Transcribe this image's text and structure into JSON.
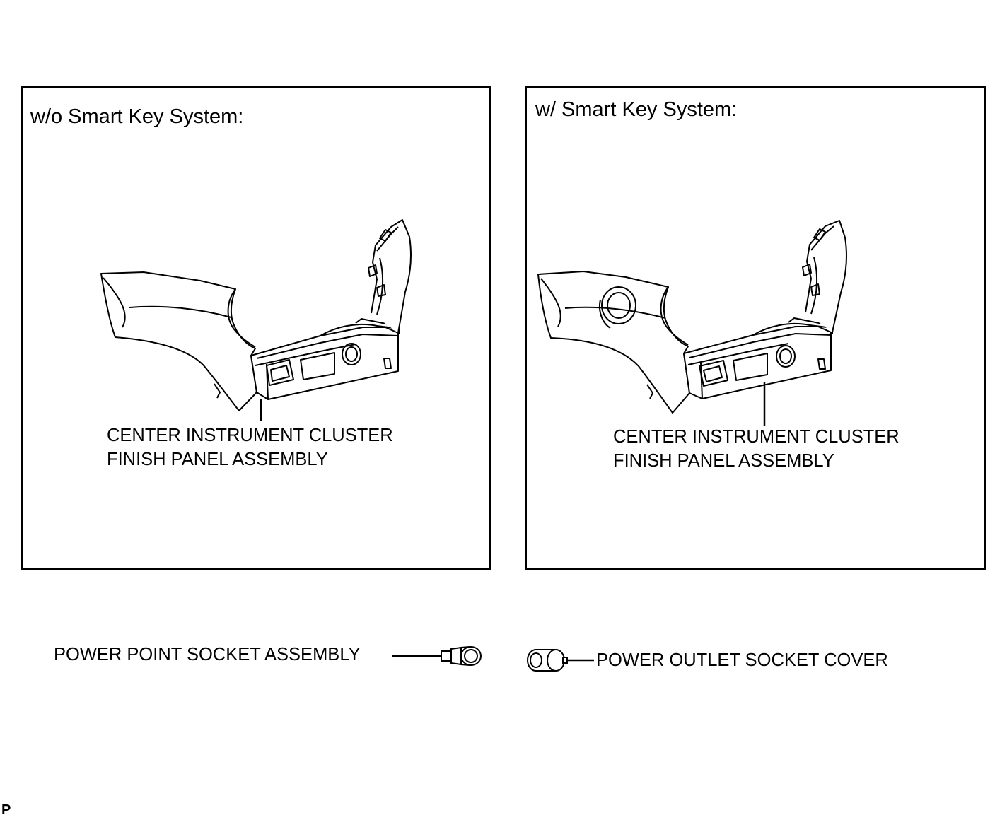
{
  "panels": [
    {
      "title": "w/o Smart Key System:",
      "callout_line1": "CENTER INSTRUMENT CLUSTER",
      "callout_line2": "FINISH PANEL ASSEMBLY"
    },
    {
      "title": "w/ Smart Key System:",
      "callout_line1": "CENTER INSTRUMENT CLUSTER",
      "callout_line2": "FINISH PANEL ASSEMBLY"
    }
  ],
  "parts": {
    "power_point_socket": "POWER POINT SOCKET ASSEMBLY",
    "power_outlet_cover": "POWER OUTLET SOCKET COVER"
  },
  "page_marker": "P"
}
